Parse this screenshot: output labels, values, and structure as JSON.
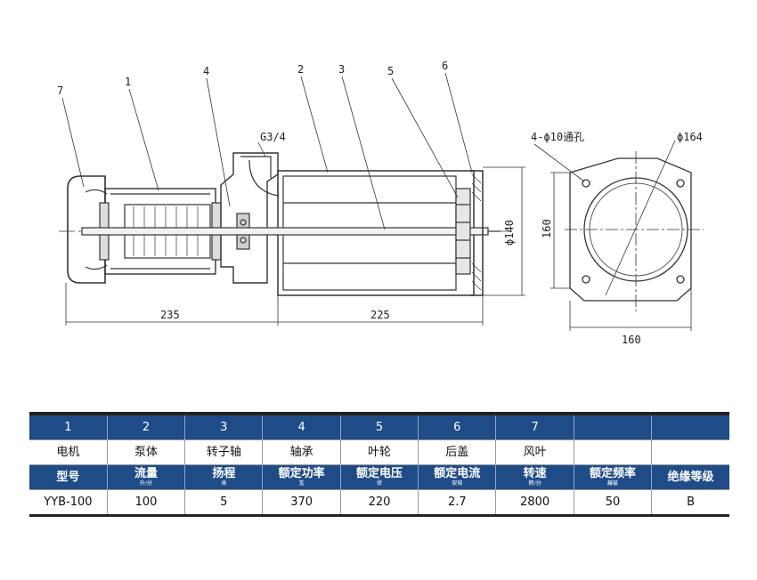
{
  "drawing": {
    "callouts": [
      "7",
      "1",
      "4",
      "2",
      "3",
      "5",
      "6"
    ],
    "thread_label": "G3/4",
    "hole_label": "4-ϕ10通孔",
    "outer_dia_label": "ϕ164",
    "inner_dia_label": "ϕ140",
    "dim_motor_length": "235",
    "dim_pump_length": "225",
    "dim_flange_height": "160",
    "dim_flange_width": "160"
  },
  "table": {
    "part_numbers": [
      "1",
      "2",
      "3",
      "4",
      "5",
      "6",
      "7",
      "",
      ""
    ],
    "part_names": [
      "电机",
      "泵体",
      "转子轴",
      "轴承",
      "叶轮",
      "后盖",
      "风叶",
      "",
      ""
    ],
    "spec_headers": [
      {
        "label": "型号",
        "unit": ""
      },
      {
        "label": "流量",
        "unit": "升/分"
      },
      {
        "label": "扬程",
        "unit": "米"
      },
      {
        "label": "额定功率",
        "unit": "瓦"
      },
      {
        "label": "额定电压",
        "unit": "伏"
      },
      {
        "label": "额定电流",
        "unit": "安培"
      },
      {
        "label": "转速",
        "unit": "转/分"
      },
      {
        "label": "额定频率",
        "unit": "赫兹"
      },
      {
        "label": "绝缘等级",
        "unit": ""
      }
    ],
    "spec_values": [
      "YYB-100",
      "100",
      "5",
      "370",
      "220",
      "2.7",
      "2800",
      "50",
      "B"
    ]
  }
}
